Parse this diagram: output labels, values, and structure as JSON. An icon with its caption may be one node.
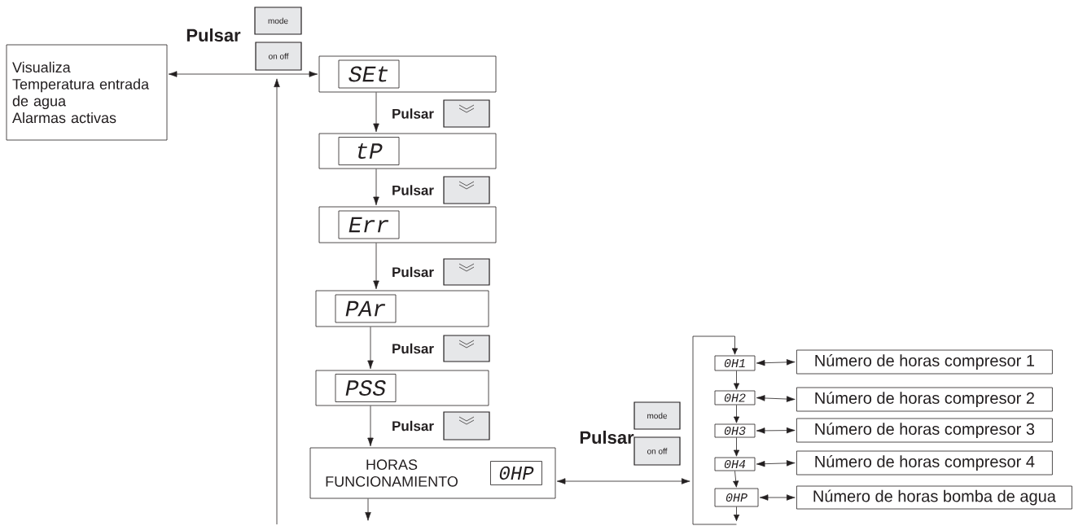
{
  "diagram": {
    "nodes": [
      {
        "text": [
          "mode"
        ]
      },
      {
        "text": [
          "on off"
        ]
      },
      {
        "text": [
          "Visualiza",
          "Temperatura entrada de agua",
          "Alarmas activas"
        ]
      },
      {
        "text": [
          "SEt"
        ]
      },
      {
        "text": [
          "tP"
        ]
      },
      {
        "text": [
          "Err"
        ]
      },
      {
        "text": [
          "PAr"
        ]
      },
      {
        "text": [
          "PSS"
        ]
      },
      {
        "text": [
          "HORAS FUNCIONAMIENTO",
          "0HP"
        ]
      },
      {
        "text": [
          "mode"
        ]
      },
      {
        "text": [
          "on off"
        ]
      },
      {
        "text": [
          "0H1"
        ]
      },
      {
        "text": [
          "Número de horas compresor 1"
        ]
      },
      {
        "text": [
          "0H2"
        ]
      },
      {
        "text": [
          "Número de horas compresor 2"
        ]
      },
      {
        "text": [
          "0H3"
        ]
      },
      {
        "text": [
          "Número de horas compresor 3"
        ]
      },
      {
        "text": [
          "0H4"
        ]
      },
      {
        "text": [
          "Número de horas compresor 4"
        ]
      },
      {
        "text": [
          "0HP"
        ]
      },
      {
        "text": [
          "Número de horas bomba de agua"
        ]
      }
    ],
    "edges": [
      {
        "from": 2,
        "to": 3,
        "arrow": "both"
      },
      {
        "from": null,
        "to": 3,
        "arrow": "to"
      },
      {
        "from": 3,
        "to": 4,
        "arrow": "to",
        "label": "Pulsar"
      },
      {
        "from": 4,
        "to": 5,
        "arrow": "to",
        "label": "Pulsar"
      },
      {
        "from": 5,
        "to": 6,
        "arrow": "to",
        "label": "Pulsar"
      },
      {
        "from": 6,
        "to": 7,
        "arrow": "to",
        "label": "Pulsar"
      },
      {
        "from": 7,
        "to": 8,
        "arrow": "to",
        "label": "Pulsar"
      },
      {
        "from": 8,
        "to": null,
        "arrow": "to"
      },
      {
        "from": 8,
        "to": null,
        "arrow": "both"
      },
      {
        "from": 11,
        "to": 12,
        "arrow": "both"
      },
      {
        "from": 13,
        "to": 14,
        "arrow": "both"
      },
      {
        "from": 15,
        "to": 16,
        "arrow": "both"
      },
      {
        "from": 17,
        "to": 18,
        "arrow": "both"
      },
      {
        "from": 19,
        "to": 20,
        "arrow": "both"
      },
      {
        "from": 11,
        "to": 13,
        "arrow": "to"
      },
      {
        "from": 13,
        "to": 15,
        "arrow": "to"
      },
      {
        "from": 15,
        "to": 17,
        "arrow": "to"
      },
      {
        "from": 17,
        "to": 19,
        "arrow": "to"
      },
      {
        "from": 19,
        "to": null,
        "arrow": "to"
      },
      {
        "from": null,
        "to": 11,
        "arrow": "to"
      }
    ],
    "labels": [
      "Pulsar",
      "Pulsar"
    ]
  }
}
